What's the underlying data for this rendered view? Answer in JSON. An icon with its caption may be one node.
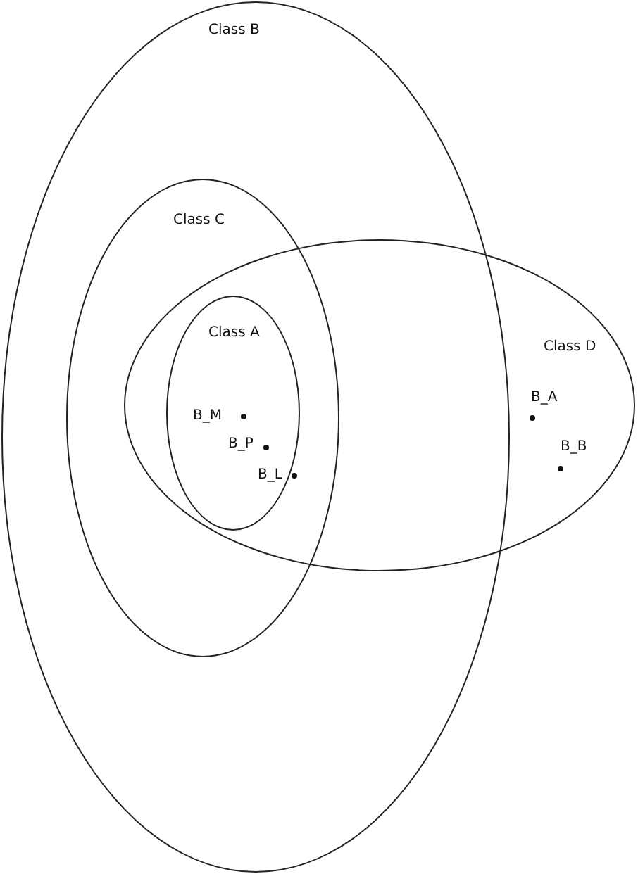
{
  "diagram": {
    "nodes": [
      {
        "text": [
          "Class B"
        ]
      },
      {
        "text": [
          "Class C"
        ],
        "in": 0
      },
      {
        "text": [
          "Class A"
        ]
      },
      {
        "text": [
          "Class D"
        ]
      },
      {
        "text": [
          "B_M"
        ],
        "in": 2
      },
      {
        "text": [
          "B_P"
        ],
        "in": 2
      },
      {
        "text": [
          "B_L"
        ],
        "in": 2
      },
      {
        "text": [
          "B_A"
        ],
        "in": 3
      },
      {
        "text": [
          "B_B"
        ],
        "in": 3
      }
    ]
  }
}
